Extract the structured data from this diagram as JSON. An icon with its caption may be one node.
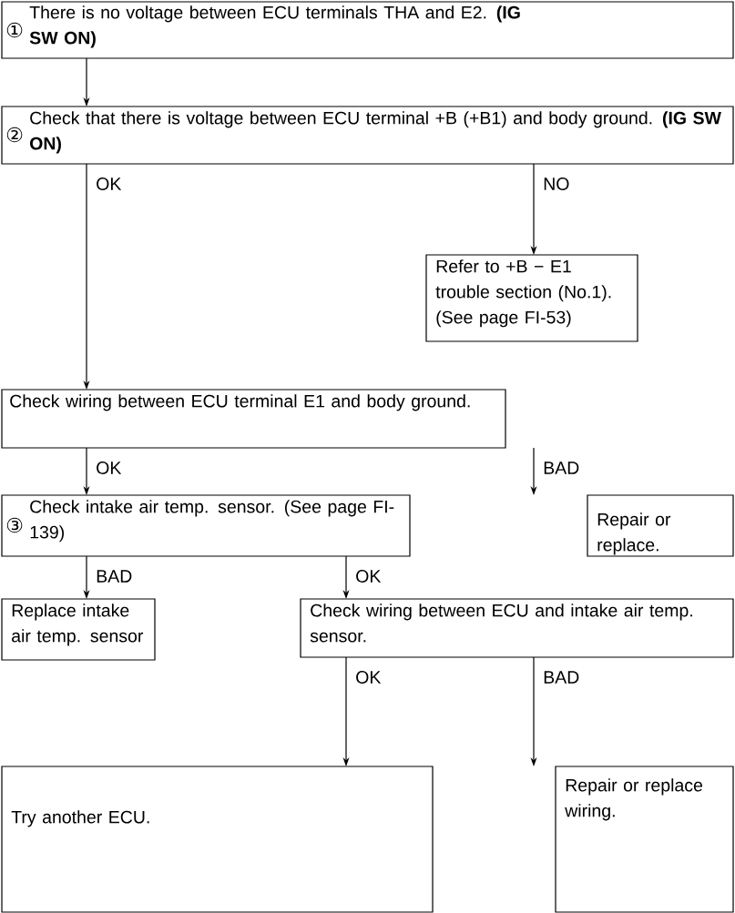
{
  "diagram": {
    "nodes": [
      {
        "text": [
          "①",
          "There is no voltage between ECU terminals THA and E2. **(IG SW ON)**"
        ]
      },
      {
        "text": [
          "②",
          "Check that there is voltage between ECU terminal +B (+B1) and body ground. **(IG SW ON)**"
        ]
      },
      {
        "text": [
          "Refer to +B − E1 trouble section (No.1). (See page FI-53)"
        ]
      },
      {
        "text": [
          "Check wiring between ECU terminal E1 and body ground."
        ]
      },
      {
        "text": [
          "③",
          "Check intake air temp. sensor. (See page FI-139)"
        ]
      },
      {
        "text": [
          "Repair or replace."
        ]
      },
      {
        "text": [
          "Replace intake air temp. sensor"
        ]
      },
      {
        "text": [
          "Check wiring between ECU and intake air temp. sensor."
        ]
      },
      {
        "text": [
          "Try another ECU."
        ]
      },
      {
        "text": [
          "Repair or replace wiring."
        ]
      }
    ],
    "edges": [
      {
        "from": 0,
        "to": 1,
        "arrow": "to"
      },
      {
        "from": 1,
        "to": 3,
        "arrow": "to",
        "label": "OK"
      },
      {
        "from": 1,
        "to": 2,
        "arrow": "to",
        "label": "NO"
      },
      {
        "from": 3,
        "to": 4,
        "arrow": "to",
        "label": "OK"
      },
      {
        "from": 3,
        "to": 5,
        "arrow": "to",
        "label": "BAD"
      },
      {
        "from": 4,
        "to": 6,
        "arrow": "to",
        "label": "BAD"
      },
      {
        "from": 4,
        "to": 7,
        "arrow": "to",
        "label": "OK"
      },
      {
        "from": 7,
        "to": 8,
        "arrow": "to",
        "label": "OK"
      },
      {
        "from": 7,
        "to": 9,
        "arrow": "to",
        "label": "BAD"
      }
    ]
  }
}
